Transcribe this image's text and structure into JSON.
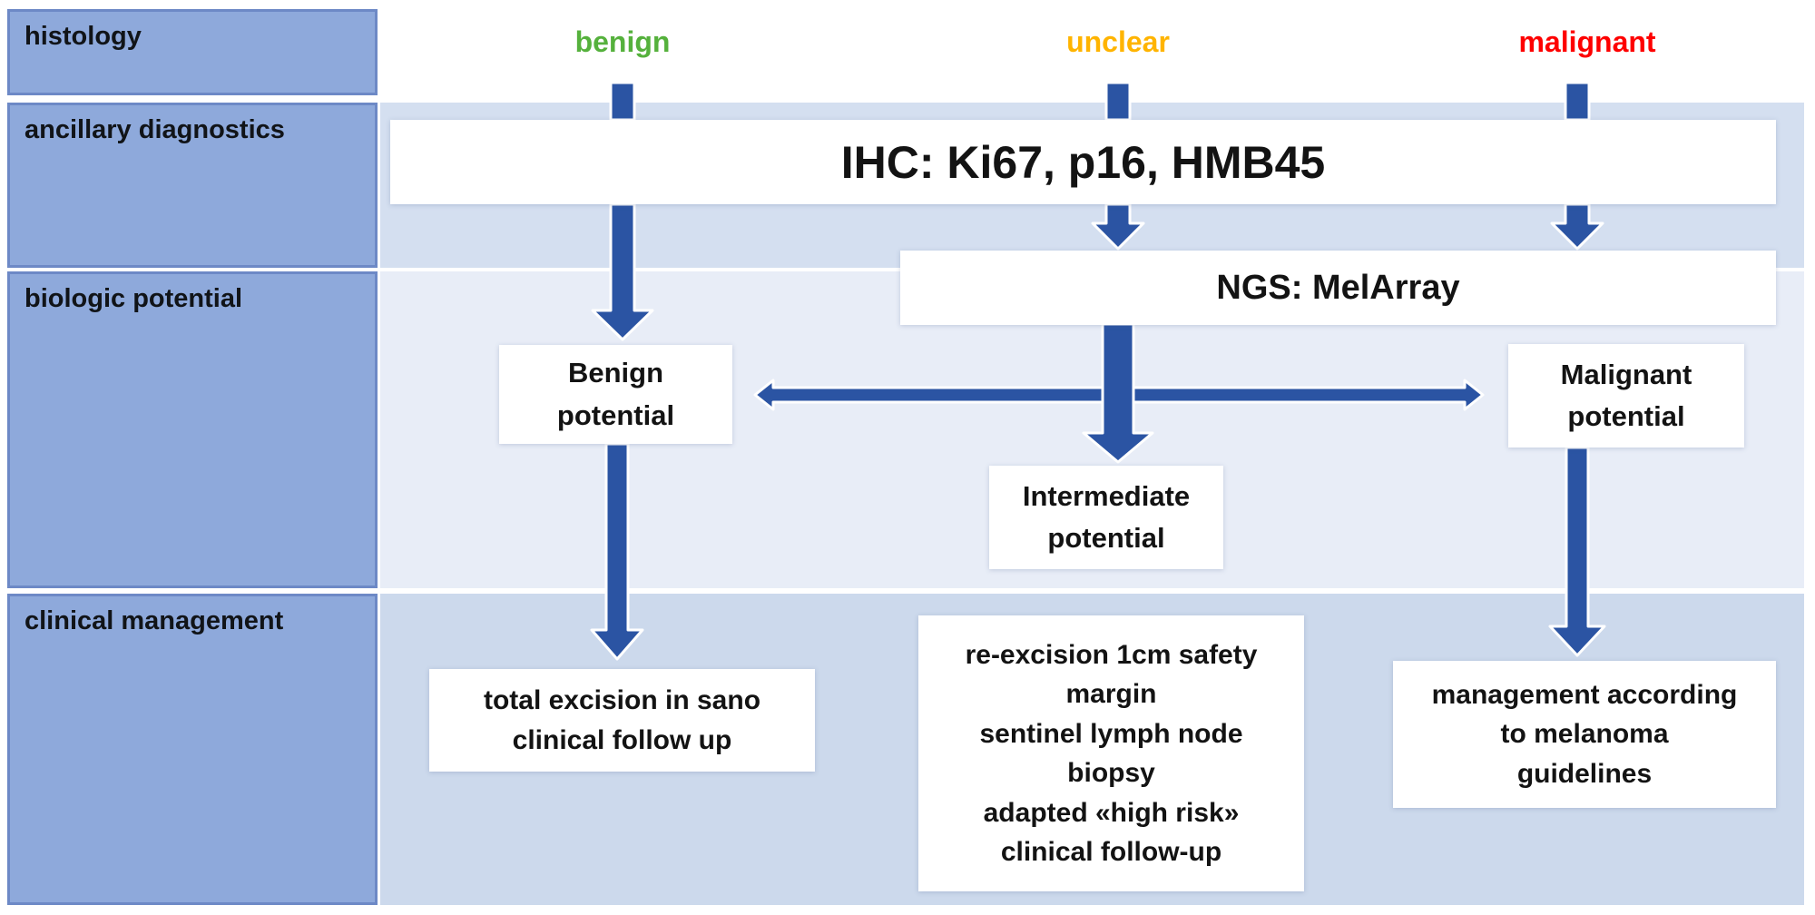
{
  "figure": {
    "type": "clinical-decision-flowchart",
    "topic": "melanocytic tumor workup: histology, ancillary diagnostics, biologic potential, clinical management"
  },
  "palette": {
    "row_label_fill": "#8ea9db",
    "row_label_border": "#6d89c6",
    "band_ancillary": "#d4dff0",
    "band_biologic": "#e8edf7",
    "band_clinical": "#ccd9ec",
    "arrow_blue": "#2b54a3",
    "benign_green": "#55b13c",
    "unclear_amber": "#ffb400",
    "intermediate_amber": "#ffa606",
    "malignant_red": "#fe0000",
    "box_fill": "#ffffff",
    "text_black": "#131313"
  },
  "row_labels": [
    {
      "id": "histology",
      "label": "histology"
    },
    {
      "id": "ancillary-diagnostics",
      "label": "ancillary diagnostics"
    },
    {
      "id": "biologic-potential",
      "label": "biologic potential"
    },
    {
      "id": "clinical-management",
      "label": "clinical management"
    }
  ],
  "column_headers": [
    {
      "id": "benign",
      "label": "benign",
      "color": "#55b13c"
    },
    {
      "id": "unclear",
      "label": "unclear",
      "color": "#ffb400"
    },
    {
      "id": "malignant",
      "label": "malignant",
      "color": "#fe0000"
    }
  ],
  "diagnostic_bands": {
    "ihc": {
      "label": "IHC: Ki67, p16, HMB45"
    },
    "ngs": {
      "label": "NGS: MelArray"
    }
  },
  "potential_boxes": {
    "benign": {
      "text": "Benign\npotential",
      "color": "#55b13c"
    },
    "intermediate": {
      "text": "Intermediate\npotential",
      "color": "#ffa606"
    },
    "malignant": {
      "text": "Malignant\npotential",
      "color": "#fe0000"
    }
  },
  "management_boxes": {
    "benign": {
      "text": "total excision in sano\nclinical follow up"
    },
    "intermediate": {
      "text": "re-excision 1cm safety\nmargin\nsentinel lymph node\nbiopsy\nadapted «high risk»\nclinical follow-up"
    },
    "malignant": {
      "text": "management according\nto melanoma\nguidelines"
    }
  },
  "icons": {
    "arrow_down": "solid dark-blue downward arrow with white outline",
    "arrow_left_right": "solid dark-blue horizontal double-headed arrow with white outline"
  }
}
